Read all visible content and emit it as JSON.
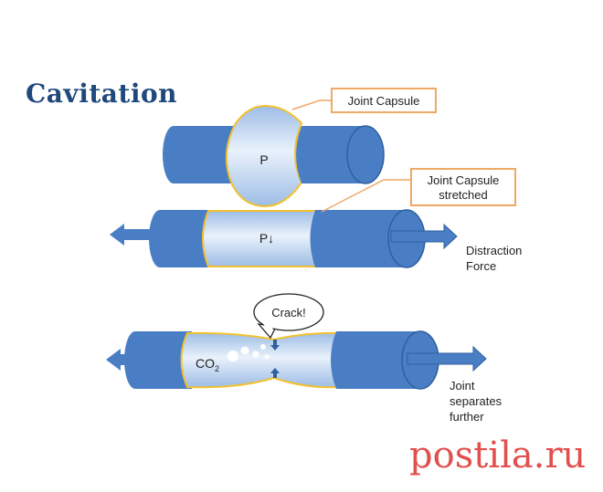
{
  "title": "Cavitation",
  "callouts": {
    "capsule": "Joint Capsule",
    "capsule_stretched_line1": "Joint Capsule",
    "capsule_stretched_line2": "stretched"
  },
  "stage1": {
    "pressure_label": "P"
  },
  "stage2": {
    "pressure_label": "P↓",
    "force_line1": "Distraction",
    "force_line2": "Force"
  },
  "stage3": {
    "speech": "Crack!",
    "gas_main": "CO",
    "gas_sub": "2",
    "note_line1": "Joint",
    "note_line2": "separates",
    "note_line3": "further"
  },
  "watermark": "postila.ru",
  "colors": {
    "bone": "#4a7ec4",
    "bone_dark": "#2f5f9e",
    "capsule_edge": "#f2c12e",
    "callout_border": "#f0a866",
    "title": "#1f497d",
    "watermark": "#e24f4f"
  }
}
